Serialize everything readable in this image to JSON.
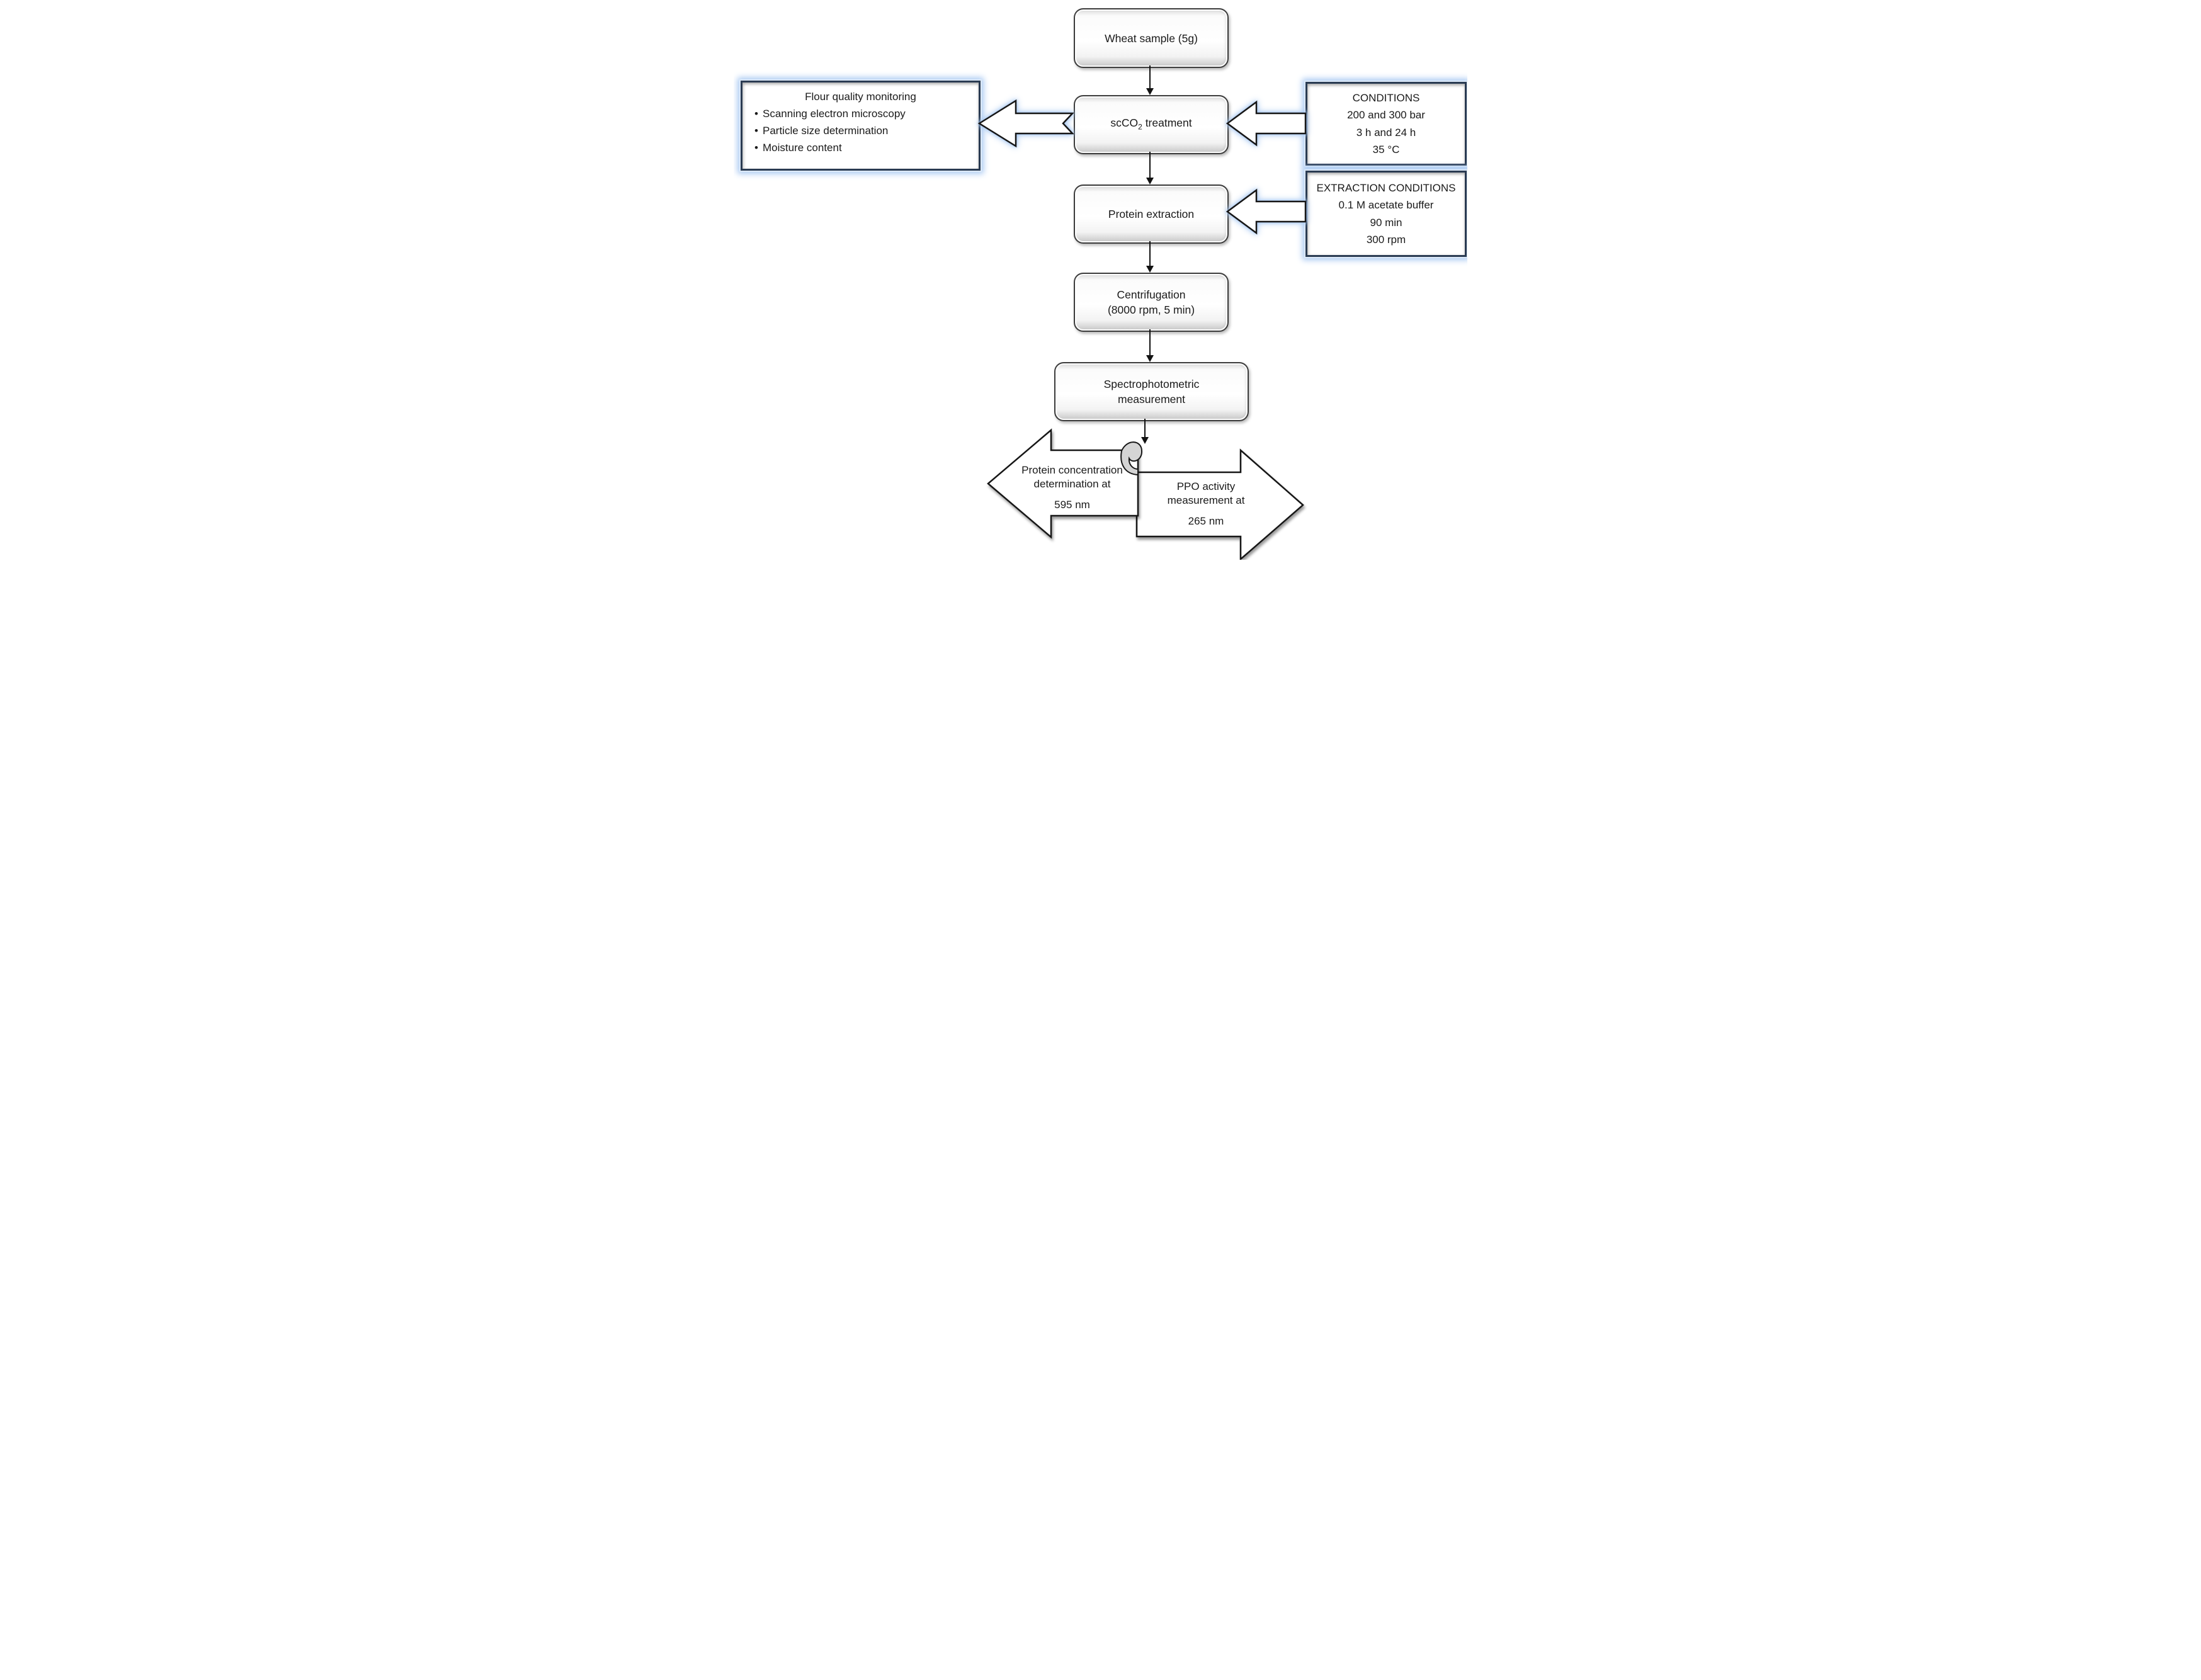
{
  "center_boxes": {
    "wheat": {
      "label": "Wheat sample (5g)"
    },
    "scco2": {
      "prefix": "scCO",
      "subscript": "2",
      "suffix": "treatment"
    },
    "protein": {
      "label": "Protein extraction"
    },
    "centrifugation": {
      "line1": "Centrifugation",
      "line2": "(8000 rpm, 5 min)"
    },
    "spectrophotometric": {
      "line1": "Spectrophotometric",
      "line2": "measurement"
    }
  },
  "flour_box": {
    "title": "Flour quality monitoring",
    "bullet_char": "•",
    "bullets": [
      "Scanning electron microscopy",
      "Particle size determination",
      "Moisture content"
    ]
  },
  "conditions_box": {
    "title": "CONDITIONS",
    "lines": [
      "200 and 300 bar",
      "3 h and 24 h",
      "35 °C"
    ]
  },
  "extraction_box": {
    "title": "EXTRACTION CONDITIONS",
    "lines": [
      "0.1 M acetate buffer",
      "90 min",
      "300 rpm"
    ]
  },
  "output_arrows": {
    "left": {
      "line1": "Protein concentration",
      "line2": "determination at",
      "wavelength": "595 nm"
    },
    "right": {
      "line1": "PPO activity",
      "line2": "measurement at",
      "wavelength": "265 nm"
    }
  },
  "colors": {
    "glow": "#a9c9f2",
    "side_border": "#2a3b52",
    "arrow_outline": "#161616",
    "box_border": "#3c3c3c",
    "text": "#1a1a1a",
    "bg": "#ffffff"
  }
}
